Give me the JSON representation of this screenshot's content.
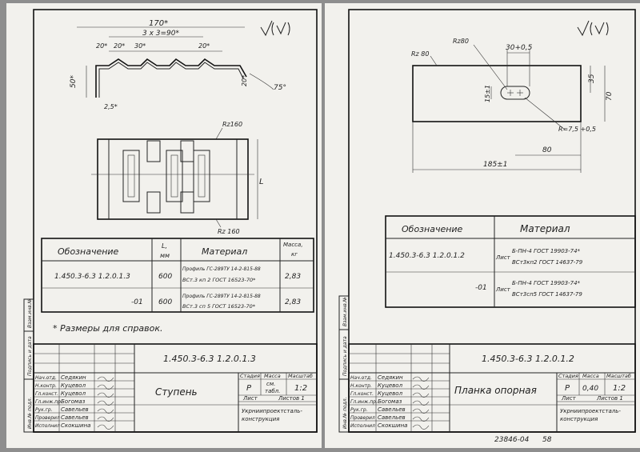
{
  "left": {
    "dims": {
      "overall": "170*",
      "pitch": "3 x 3=90*",
      "d1": "20*",
      "d2": "20*",
      "d3": "30*",
      "d4": "20*",
      "height": "50*",
      "side": "20*",
      "angle": "75°",
      "thick": "2,5*",
      "rz_top": "Rz160",
      "rz_bottom": "Rz 160",
      "length": "L"
    },
    "spec": {
      "h_designation": "Обозначение",
      "h_l": "L,",
      "h_l_unit": "мм",
      "h_material": "Материал",
      "h_mass": "Масса,",
      "h_mass_unit": "кг",
      "rows": [
        {
          "designation": "1.450.3-6.3  1.2.0.1.3",
          "l": "600",
          "mat1": "Профиль ГС-289ТУ 14-2-815-88",
          "mat2": "ВСт.3 кп 2 ГОСТ 16523-70*",
          "mass": "2,83"
        },
        {
          "designation": "-01",
          "l": "600",
          "mat1": "Профиль ГС-289ТУ 14-2-815-88",
          "mat2": "ВСт.3 сп 5 ГОСТ 16523-70*",
          "mass": "2,83"
        }
      ]
    },
    "note": "* Размеры для справок.",
    "stamp": {
      "code": "1.450.3-6.3   1.2.0.1.3",
      "title": "Ступень",
      "h_stage": "Стадия",
      "h_mass": "Масса",
      "h_scale": "Масштаб",
      "stage": "Р",
      "mass1": "см.",
      "mass2": "табл.",
      "scale": "1:2",
      "sheet": "Лист",
      "sheets": "Листов 1",
      "org1": "Укрниипроектсталь-",
      "org2": "конструкция",
      "roles": [
        "Нач.отд.",
        "Н.контр.",
        "Гл.конст.",
        "Гл.инж.пр.",
        "Рук.гр.",
        "Проверил",
        "Исполнил"
      ],
      "names": [
        "Седякин",
        "Куцевол",
        "Куцевол",
        "Богомаз",
        "Савельев",
        "Савельев",
        "Скокшина"
      ]
    },
    "side_labels": [
      "Инв.№ подл.",
      "Подпись и дата",
      "Взам.инв.№"
    ]
  },
  "right": {
    "dims": {
      "rz": "Rz 80",
      "rz2": "Rz80",
      "slot": "30+0,5",
      "h35": "35",
      "h70": "70",
      "h15": "15±1",
      "radius": "R=7,5 +0,5",
      "d80": "80",
      "width": "185±1"
    },
    "spec": {
      "h_designation": "Обозначение",
      "h_material": "Материал",
      "rows": [
        {
          "designation": "1.450.3-6.3   1.2.0.1.2",
          "kind": "Лист",
          "mat1": "Б-ПН-4 ГОСТ 19903-74*",
          "mat2": "ВСт3кп2 ГОСТ 14637-79"
        },
        {
          "designation": "-01",
          "kind": "Лист",
          "mat1": "Б-ПН-4 ГОСТ 19903-74*",
          "mat2": "ВСт3сп5 ГОСТ 14637-79"
        }
      ]
    },
    "stamp": {
      "code": "1.450.3-6.3   1.2.0.1.2",
      "title": "Планка опорная",
      "h_stage": "Стадия",
      "h_mass": "Масса",
      "h_scale": "Масштаб",
      "stage": "Р",
      "mass": "0,40",
      "scale": "1:2",
      "sheet": "Лист",
      "sheets": "Листов 1",
      "org1": "Укрниипроектсталь-",
      "org2": "конструкция",
      "roles": [
        "Нач.отд.",
        "Н.контр.",
        "Гл.конст.",
        "Гл.инж.пр.",
        "Рук.гр.",
        "Проверил",
        "Исполнил"
      ],
      "names": [
        "Седякин",
        "Куцевол",
        "Куцевол",
        "Богомаз",
        "Савельев",
        "Савельев",
        "Скокшина"
      ]
    },
    "side_labels": [
      "Инв.№ подл.",
      "Подпись и дата",
      "Взам.инв.№"
    ],
    "footer_code": "23846-04",
    "footer_page": "58"
  }
}
